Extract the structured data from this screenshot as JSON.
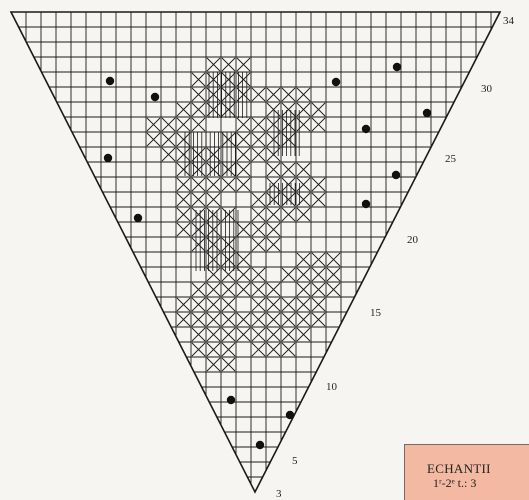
{
  "pattern": {
    "row_labels": [
      "34",
      "30",
      "25",
      "20",
      "15",
      "10",
      "5",
      "3"
    ],
    "grid_color": "#1a1a1a",
    "dot_color": "#111111",
    "background": "#f6f5f1"
  },
  "legend": {
    "title": "ECHANTII",
    "subtitle": "1ʳ-2ᵉ t.: 3",
    "background": "#f3b9a2"
  }
}
